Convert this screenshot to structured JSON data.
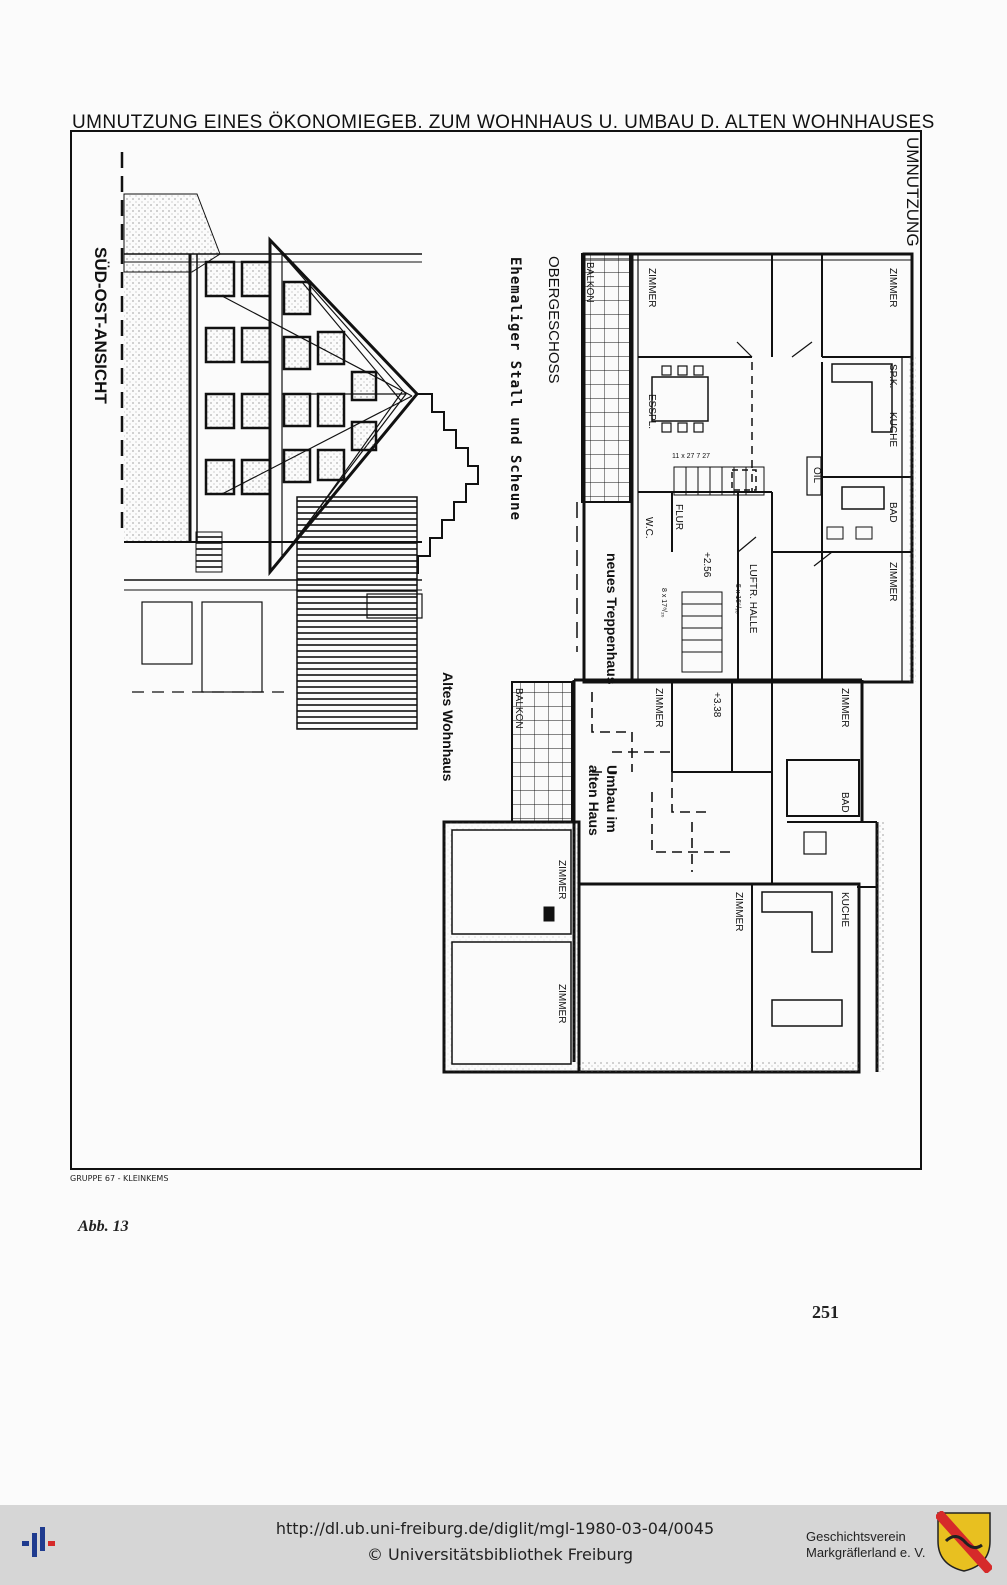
{
  "document": {
    "title": "UMNUTZUNG EINES ÖKONOMIEGEB. ZUM WOHNHAUS U. UMBAU D. ALTEN WOHNHAUSES",
    "side_label": "UMNUTZUNG",
    "elevation_label": "SÜD-OST-ANSICHT",
    "floor_label": "OBERGESCHOSS",
    "barn_label": "Ehemaliger Stall und Scheune",
    "stair_label": "neues Treppenhaus",
    "old_house_label": "Altes Wohnhaus",
    "renovation_label_1": "Umbau im",
    "renovation_label_2": "alten Haus",
    "credit": "GRUPPE 67 - KLEINKEMS",
    "caption": "Abb. 13",
    "page_number": "251"
  },
  "rooms": {
    "balkon": "BALKON",
    "zimmer": "ZIMMER",
    "spk": "SP.K.",
    "kuche": "KUCHE",
    "bad": "BAD",
    "flur": "FLUR",
    "wc": "W.C.",
    "essp": "ESSPL.",
    "luft_halle": "LUFTR. HALLE",
    "oil": "OIL",
    "level_1": "+2.56",
    "level_2": "+3.38",
    "stair_dim_1": "11 x 27 7 27",
    "stair_dim_2": "5 x 16⁵/₃₀",
    "stair_dim_3": "8 x 17⁸/₂₀"
  },
  "footer": {
    "url": "http://dl.ub.uni-freiburg.de/diglit/mgl-1980-03-04/0045",
    "copyright": "© Universitätsbibliothek Freiburg",
    "society_line1": "Geschichtsverein",
    "society_line2": "Markgräflerland e. V."
  },
  "colors": {
    "ink": "#111111",
    "paper": "#fbfbfb",
    "footer_bar": "#d6d6d6",
    "logo_blue": "#1f3b8f",
    "logo_red": "#d62a2a",
    "shield_yellow": "#e8c020"
  }
}
